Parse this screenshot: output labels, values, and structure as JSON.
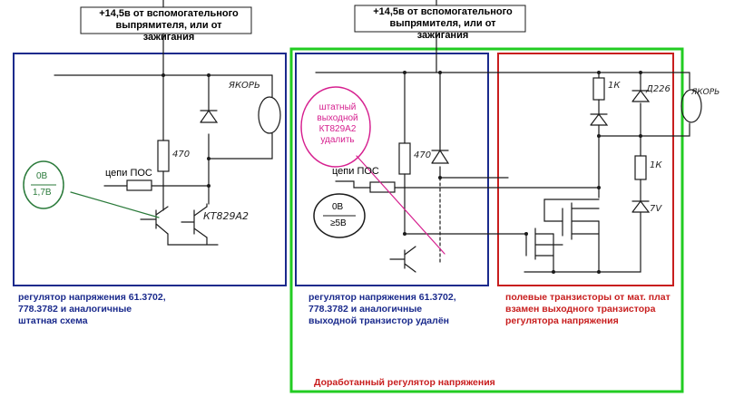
{
  "labels": {
    "supply_left": "+14,5в от вспомогательного\nвыпрямителя, или от зажигания",
    "supply_right": "+14,5в от вспомогательного\nвыпрямителя, или от зажигания",
    "pos_left": "цепи ПОС",
    "pos_right": "цепи ПОС",
    "anchor_left": "ЯКОРЬ",
    "anchor_right": "ЯКОРЬ",
    "transistor_left": "КТ829А2",
    "res_470_left": "470",
    "res_470_right": "470",
    "res_1k_top": "1К",
    "res_1k_mid": "1К",
    "diode_d226": "Д226",
    "zener_7": "7V",
    "bubble_left_top": "0В",
    "bubble_left_bottom": "1,7В",
    "bubble_right_top": "0В",
    "bubble_right_bottom": "≥5В",
    "annotation": "штатный\nвыходной\nКТ829А2\nудалить",
    "caption_left": "регулятор напряжения 61.3702,\n778.3782 и аналогичные\nштатная схема",
    "caption_mid": "регулятор напряжения 61.3702,\n778.3782 и аналогичные\nвыходной транзистор удалён",
    "caption_right": "полевые транзисторы от мат. плат\nвзамен выходного транзистора\nрегулятора напряжения",
    "caption_bottom": "Доработанный регулятор напряжения"
  },
  "colors": {
    "blue_frame": "#1a2a8c",
    "green_frame": "#22cc22",
    "red_frame": "#c81e1e",
    "blue_text": "#1a2a8c",
    "red_text": "#c81e1e",
    "magenta": "#d6208f",
    "bubble_green": "#2a7a3a",
    "ink": "#1b1b1b"
  }
}
